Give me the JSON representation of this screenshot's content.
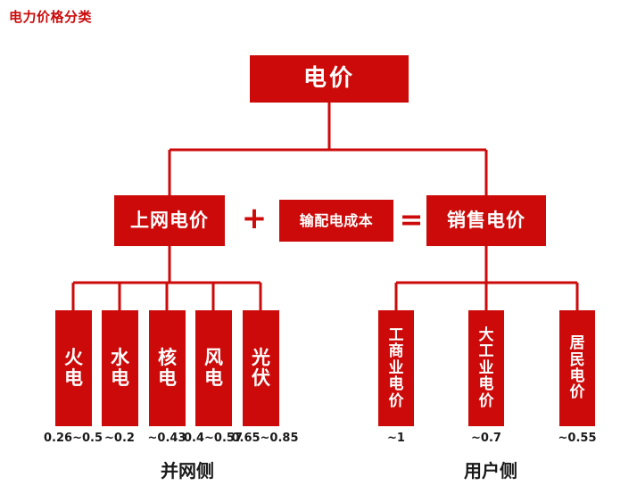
{
  "title": "电力价格分类",
  "colors": {
    "box_fill": "#CC0A0A",
    "box_text": "#FFFFFF",
    "connector": "#CC0A0A",
    "caption_text": "#1A1A1A",
    "background": "#FFFFFF"
  },
  "root": {
    "label": "电价"
  },
  "operators": {
    "plus": "+",
    "equals": "="
  },
  "middle": {
    "left": {
      "label": "上网电价"
    },
    "center": {
      "label": "输配电成本"
    },
    "right": {
      "label": "销售电价"
    }
  },
  "generation_leaves": [
    {
      "label": "火电",
      "chars": [
        "火",
        "电"
      ],
      "value": "0.26~0.5"
    },
    {
      "label": "水电",
      "chars": [
        "水",
        "电"
      ],
      "value": "~0.2"
    },
    {
      "label": "核电",
      "chars": [
        "核",
        "电"
      ],
      "value": "~0.43"
    },
    {
      "label": "风电",
      "chars": [
        "风",
        "电"
      ],
      "value": "0.4~0.57"
    },
    {
      "label": "光伏",
      "chars": [
        "光",
        "伏"
      ],
      "value": "0.65~0.85"
    }
  ],
  "user_leaves": [
    {
      "label": "工商业电价",
      "chars": [
        "工",
        "商",
        "业",
        "电",
        "价"
      ],
      "value": "~1"
    },
    {
      "label": "大工业电价",
      "chars": [
        "大",
        "工",
        "业",
        "电",
        "价"
      ],
      "value": "~0.7"
    },
    {
      "label": "居民电价",
      "chars": [
        "居",
        "民",
        "电",
        "价"
      ],
      "value": "~0.55"
    }
  ],
  "group_labels": {
    "left": "并网侧",
    "right": "用户侧"
  }
}
